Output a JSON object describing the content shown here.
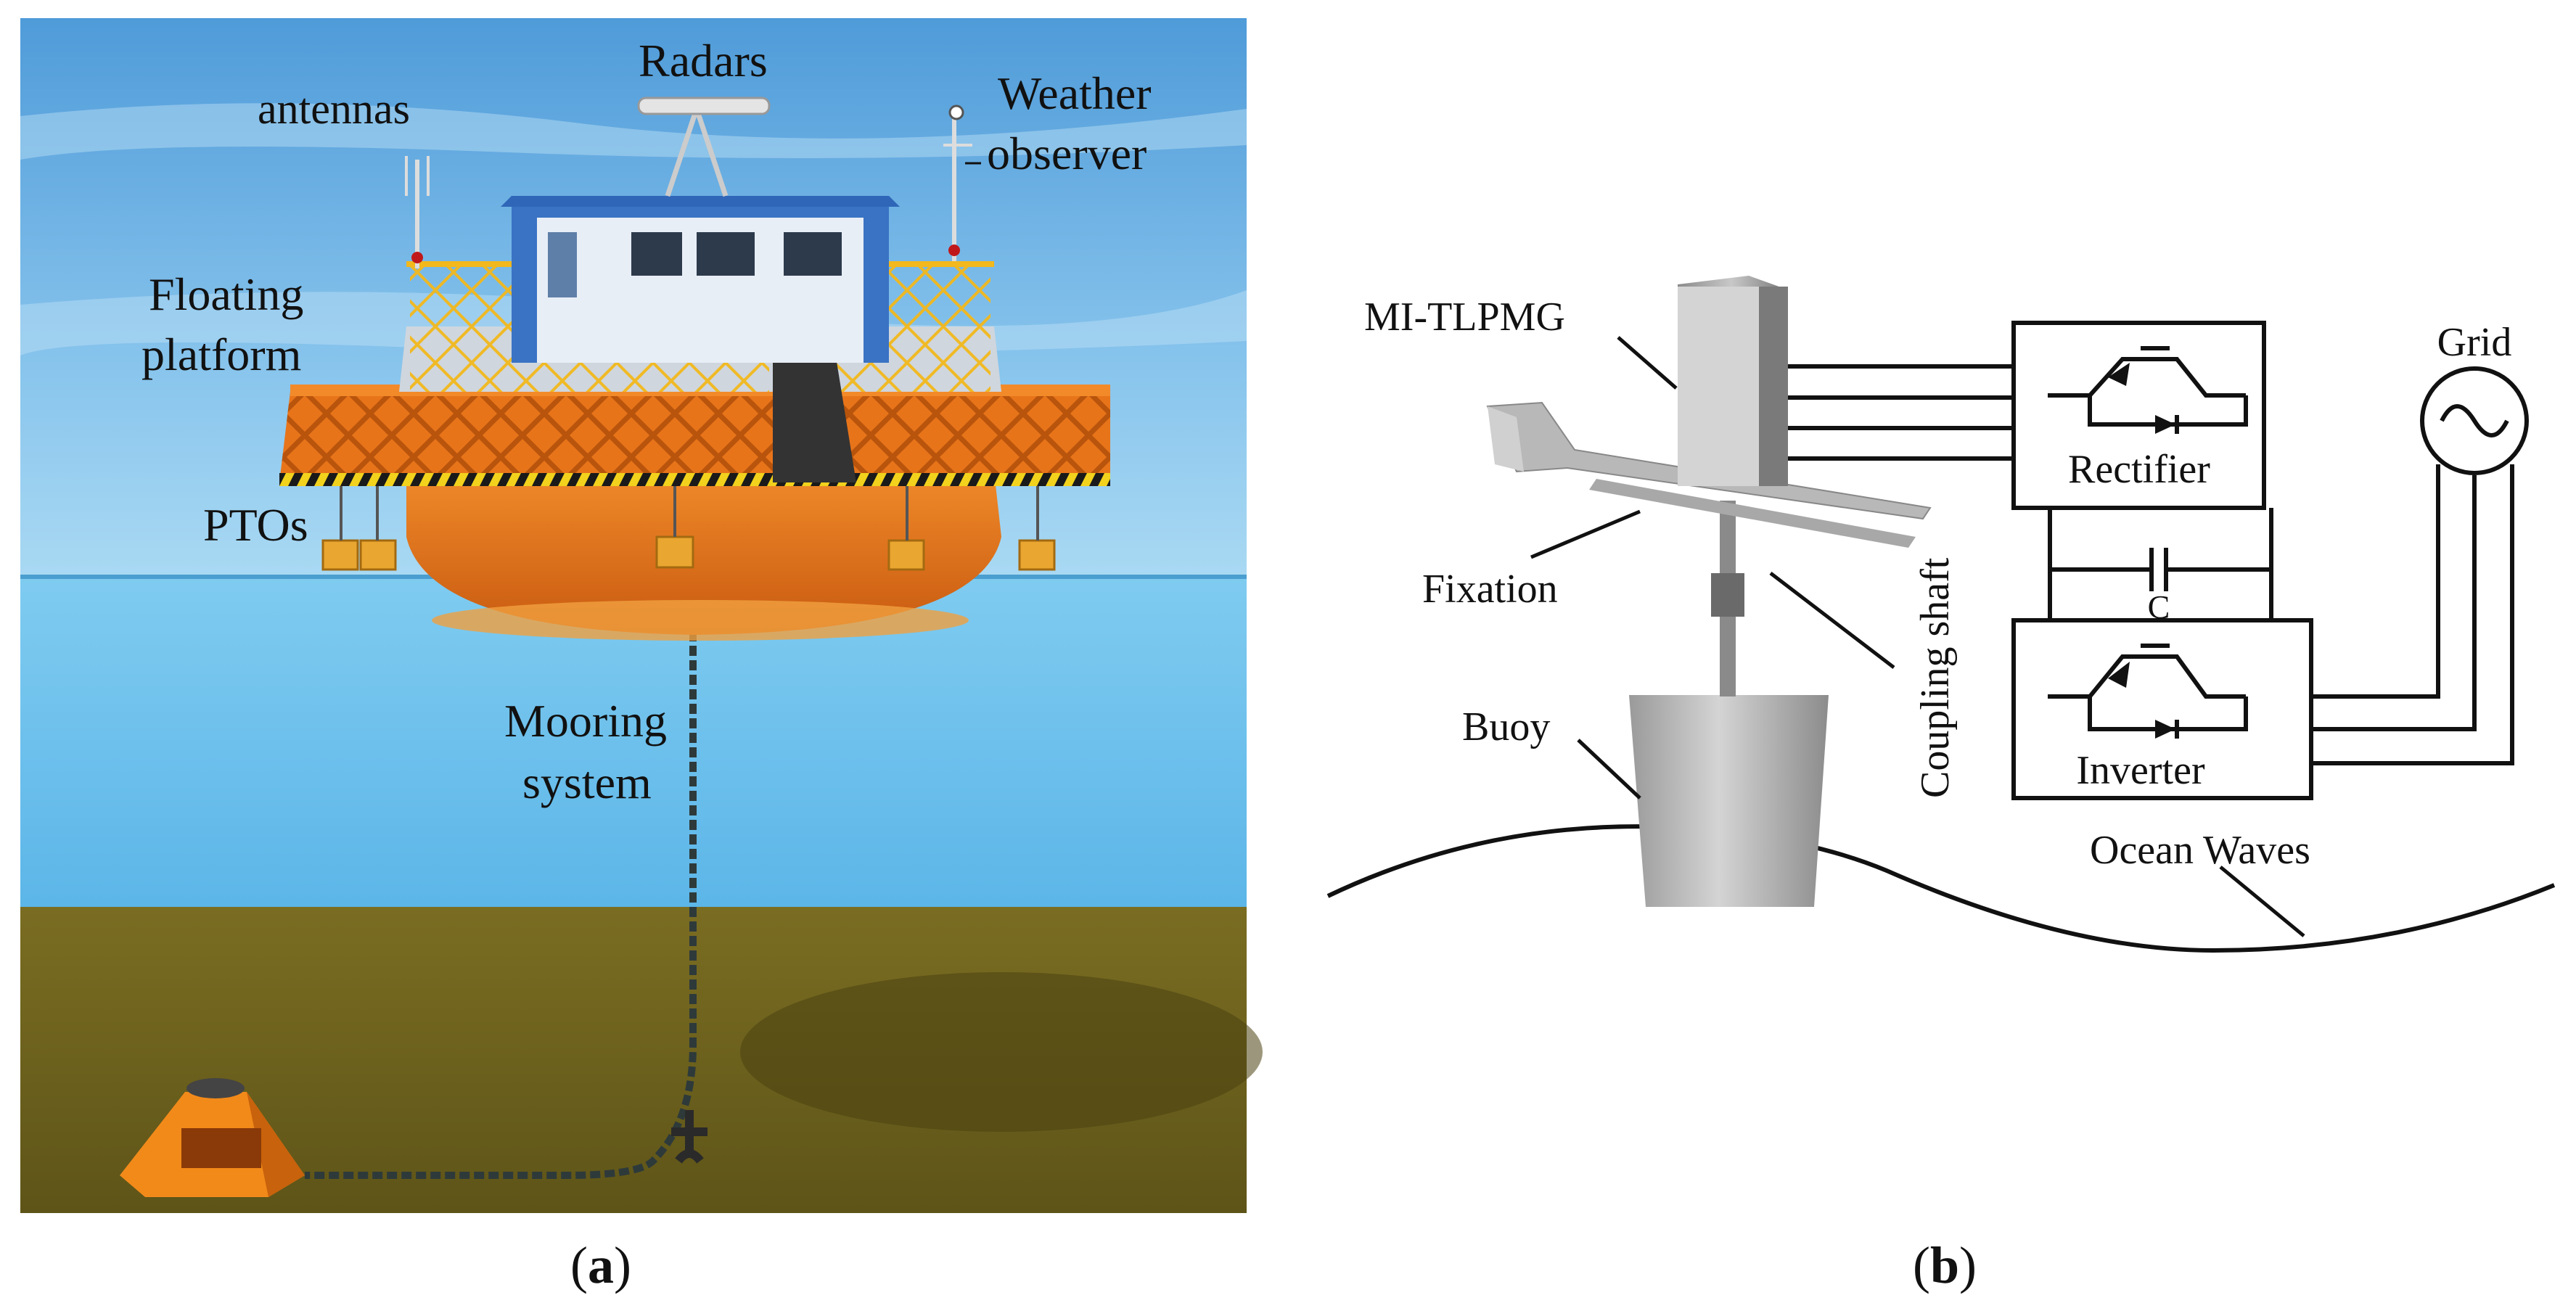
{
  "panel_a": {
    "labels": {
      "radars": "Radars",
      "antennas": "antennas",
      "weather_1": "Weather",
      "weather_2": "observer",
      "floating_1": "Floating",
      "floating_2": "platform",
      "ptos": "PTOs",
      "mooring_1": "Mooring",
      "mooring_2": "system"
    },
    "caption_open": "(",
    "caption_letter": "a",
    "caption_close": ")"
  },
  "panel_b": {
    "labels": {
      "mi_tlpmg": "MI-TLPMG",
      "fixation": "Fixation",
      "coupling_shaft": "Coupling shaft",
      "buoy": "Buoy",
      "rectifier": "Rectifier",
      "inverter": "Inverter",
      "capacitor": "C",
      "grid": "Grid",
      "ocean_waves": "Ocean Waves"
    },
    "caption_open": "(",
    "caption_letter": "b",
    "caption_close": ")"
  },
  "colors": {
    "sky_top": "#5aa6e0",
    "sky_bottom": "#9fd3f2",
    "sea": "#6bc2ee",
    "seabed": "#6e6320",
    "platform_orange": "#e8741a",
    "cabin_blue": "#2f66b8",
    "railing_yellow": "#f2b81c"
  }
}
